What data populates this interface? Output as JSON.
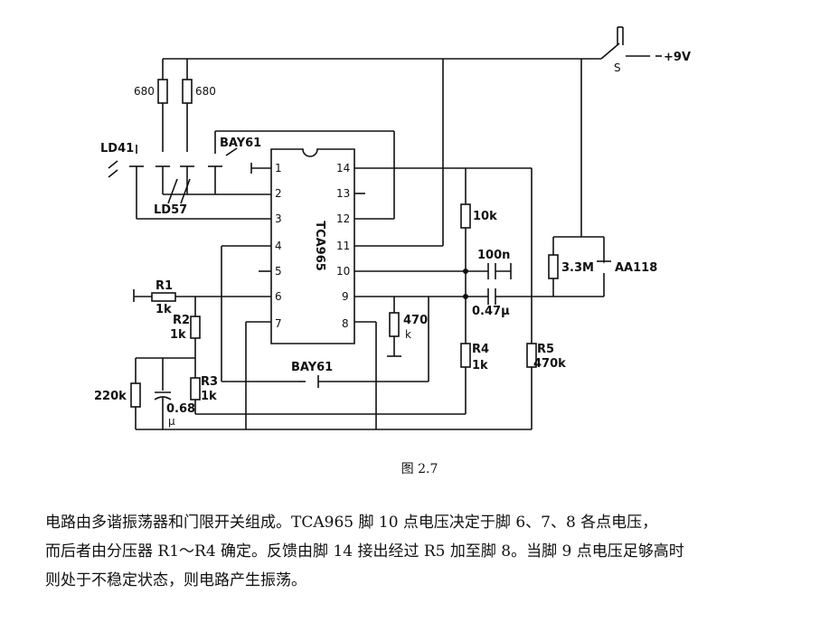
{
  "figure": {
    "caption": "图 2.7",
    "ic": {
      "name": "TCA965",
      "left_pins": [
        "1",
        "2",
        "3",
        "4",
        "5",
        "6",
        "7"
      ],
      "right_pins": [
        "14",
        "13",
        "12",
        "11",
        "10",
        "9",
        "8"
      ]
    },
    "labels": {
      "supply": "+9V",
      "switch": "S",
      "r_680_a": "680",
      "r_680_b": "680",
      "ld41": "LD41",
      "ld57": "LD57",
      "bay61_top": "BAY61",
      "bay61_bottom": "BAY61",
      "r1": "R1",
      "r1_val": "1k",
      "r2": "R2",
      "r2_val": "1k",
      "r3": "R3",
      "r3_val": "1k",
      "r_220k": "220k",
      "c_068": "0.68",
      "c_068_unit": "μ",
      "r_10k": "10k",
      "c_100n": "100n",
      "c_047": "0.47μ",
      "r_470": "470",
      "r_470_unit": "k",
      "r4": "R4",
      "r4_val": "1k",
      "r5": "R5",
      "r5_val": "470k",
      "r_33m": "3.3M",
      "aa118": "AA118"
    }
  },
  "description": [
    "电路由多谐振荡器和门限开关组成。TCA965 脚 10 点电压决定于脚 6、7、8 各点电压，",
    "而后者由分压器 R1～R4 确定。反馈由脚 14 接出经过 R5 加至脚 8。当脚 9 点电压足够高时",
    "则处于不稳定状态，则电路产生振荡。"
  ]
}
